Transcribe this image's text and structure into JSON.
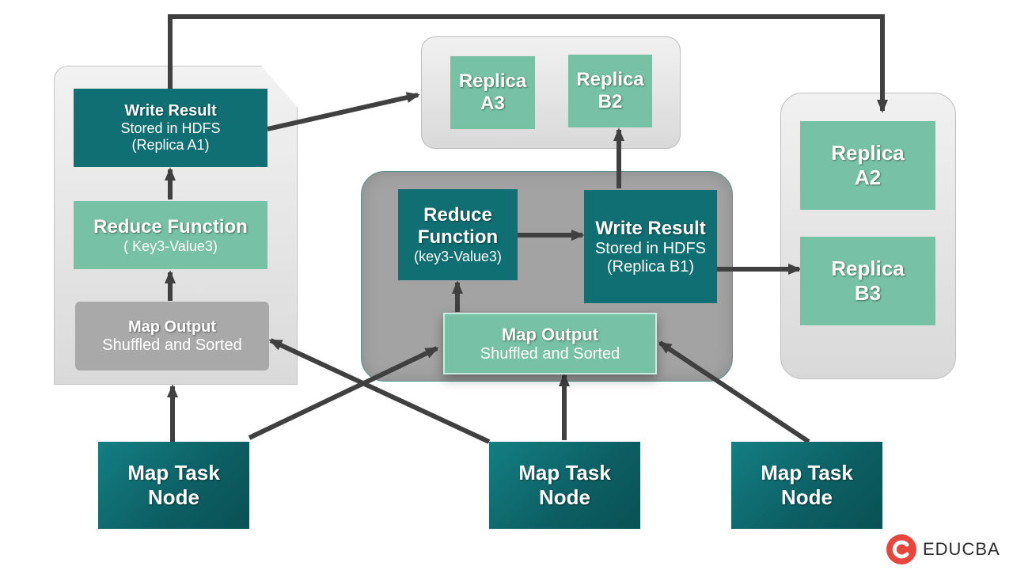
{
  "left_cluster": {
    "write_result": {
      "title": "Write Result",
      "line1": "Stored in HDFS",
      "line2": "(Replica A1)"
    },
    "reduce_function": {
      "title": "Reduce Function",
      "line1": "( Key3-Value3)"
    },
    "map_output": {
      "title": "Map Output",
      "line1": "Shuffled and Sorted"
    }
  },
  "top_cluster": {
    "replica_a3": {
      "line1": "Replica",
      "line2": "A3"
    },
    "replica_b2": {
      "line1": "Replica",
      "line2": "B2"
    }
  },
  "center_cluster": {
    "reduce_function": {
      "line1": "Reduce",
      "line2": "Function",
      "line3": "(key3-Value3)"
    },
    "write_result": {
      "title": "Write Result",
      "line1": "Stored in HDFS",
      "line2": "(Replica B1)"
    },
    "map_output": {
      "title": "Map Output",
      "line1": "Shuffled and Sorted"
    }
  },
  "right_cluster": {
    "replica_a2": {
      "line1": "Replica",
      "line2": "A2"
    },
    "replica_b3": {
      "line1": "Replica",
      "line2": "B3"
    }
  },
  "map_task_nodes": [
    {
      "line1": "Map Task",
      "line2": "Node"
    },
    {
      "line1": "Map Task",
      "line2": "Node"
    },
    {
      "line1": "Map Task",
      "line2": "Node"
    }
  ],
  "brand": {
    "name": "EDUCBA"
  },
  "colors": {
    "teal": "#0f6f73",
    "mint": "#77c2a6",
    "arrow": "#404040",
    "map_output_grey": "#a9a9a9"
  }
}
